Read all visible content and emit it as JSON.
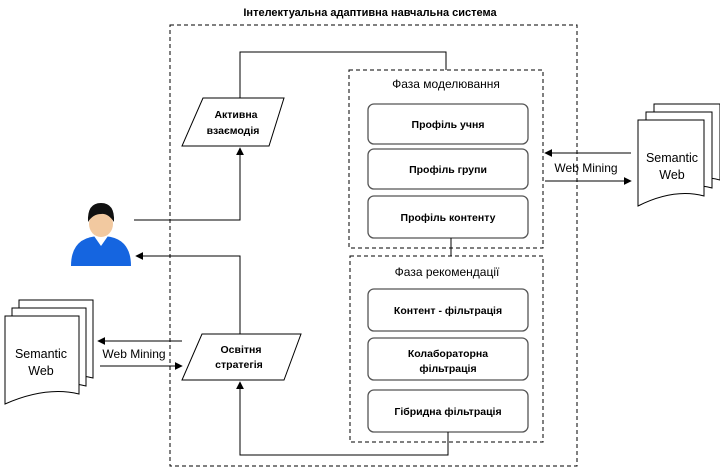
{
  "title": "Інтелектуальна адаптивна навчальна система",
  "active_interaction": [
    "Активна",
    "взаємодія"
  ],
  "education_strategy": [
    "Освітня",
    "стратегія"
  ],
  "modeling_phase": {
    "label": "Фаза моделювання",
    "items": [
      "Профіль учня",
      "Профіль групи",
      "Профіль контенту"
    ]
  },
  "recommendation_phase": {
    "label": "Фаза рекомендації",
    "items": [
      [
        "Контент - фільтрація"
      ],
      [
        "Колабораторна",
        "фільтрація"
      ],
      [
        "Гібридна фільтрація"
      ]
    ]
  },
  "semantic_web": [
    "Semantic",
    "Web"
  ],
  "web_mining": "Web Mining",
  "colors": {
    "line": "#000000",
    "box_border": "#555555",
    "user_shirt": "#1565e0",
    "user_hair": "#111111",
    "user_skin": "#f2c9a0"
  },
  "icons": [
    "user-icon",
    "semantic-web-doc-icon"
  ]
}
